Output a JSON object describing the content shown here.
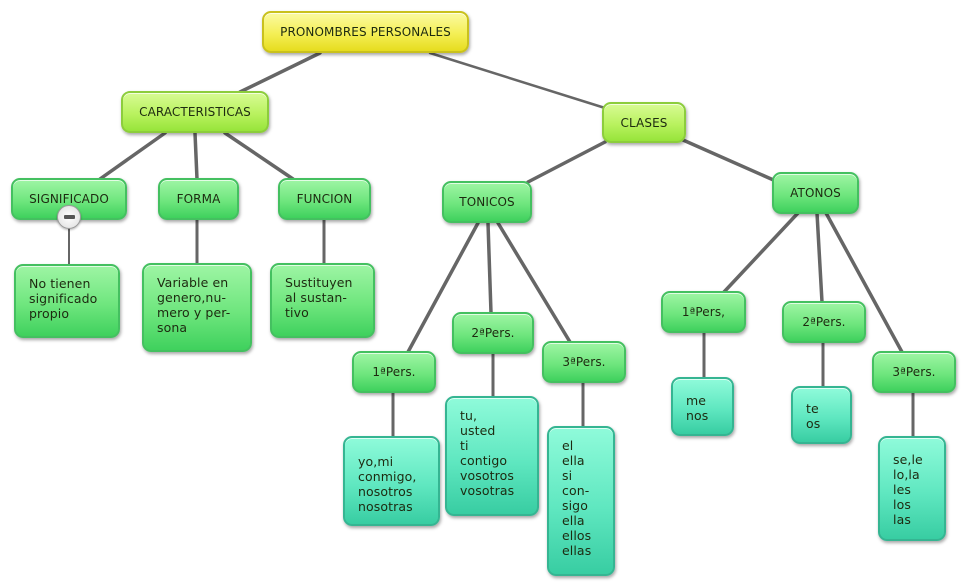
{
  "diagram": {
    "root": "PRONOMBRES PERSONALES",
    "caracteristicas": {
      "label": "CARACTERISTICAS",
      "significado": {
        "label": "SIGNIFICADO",
        "detail": [
          "No tienen",
          "significado",
          "propio"
        ]
      },
      "forma": {
        "label": "FORMA",
        "detail": [
          "Variable en",
          "genero,nu-",
          "mero y per-",
          "sona"
        ]
      },
      "funcion": {
        "label": "FUNCION",
        "detail": [
          "Sustituyen",
          "al sustan-",
          "tivo"
        ]
      }
    },
    "clases": {
      "label": "CLASES",
      "tonicos": {
        "label": "TONICOS",
        "primera": {
          "label": "1ªPers.",
          "detail": [
            "yo,mi",
            "conmigo,",
            "nosotros",
            "nosotras"
          ]
        },
        "segunda": {
          "label": "2ªPers.",
          "detail": [
            "tu,",
            "usted",
            "ti",
            "contigo",
            "vosotros",
            "vosotras"
          ]
        },
        "tercera": {
          "label": "3ªPers.",
          "detail": [
            "el",
            "ella",
            "si",
            "con-",
            "sigo",
            "ella",
            "ellos",
            "ellas"
          ]
        }
      },
      "atonos": {
        "label": "ATONOS",
        "primera": {
          "label": "1ªPers,",
          "detail": [
            "me",
            "nos"
          ]
        },
        "segunda": {
          "label": "2ªPers.",
          "detail": [
            "te",
            "os"
          ]
        },
        "tercera": {
          "label": "3ªPers.",
          "detail": [
            "se,le",
            "lo,la",
            "les",
            "los",
            "las"
          ]
        }
      }
    }
  },
  "colors": {
    "root_fill": "#f4ef55",
    "level1_fill": "#b9f25f",
    "level2_fill": "#6fe67e",
    "leaf_fill": "#5fe7c0",
    "connector": "#666666"
  },
  "icons": {
    "collapse": "minus-circle-icon"
  }
}
